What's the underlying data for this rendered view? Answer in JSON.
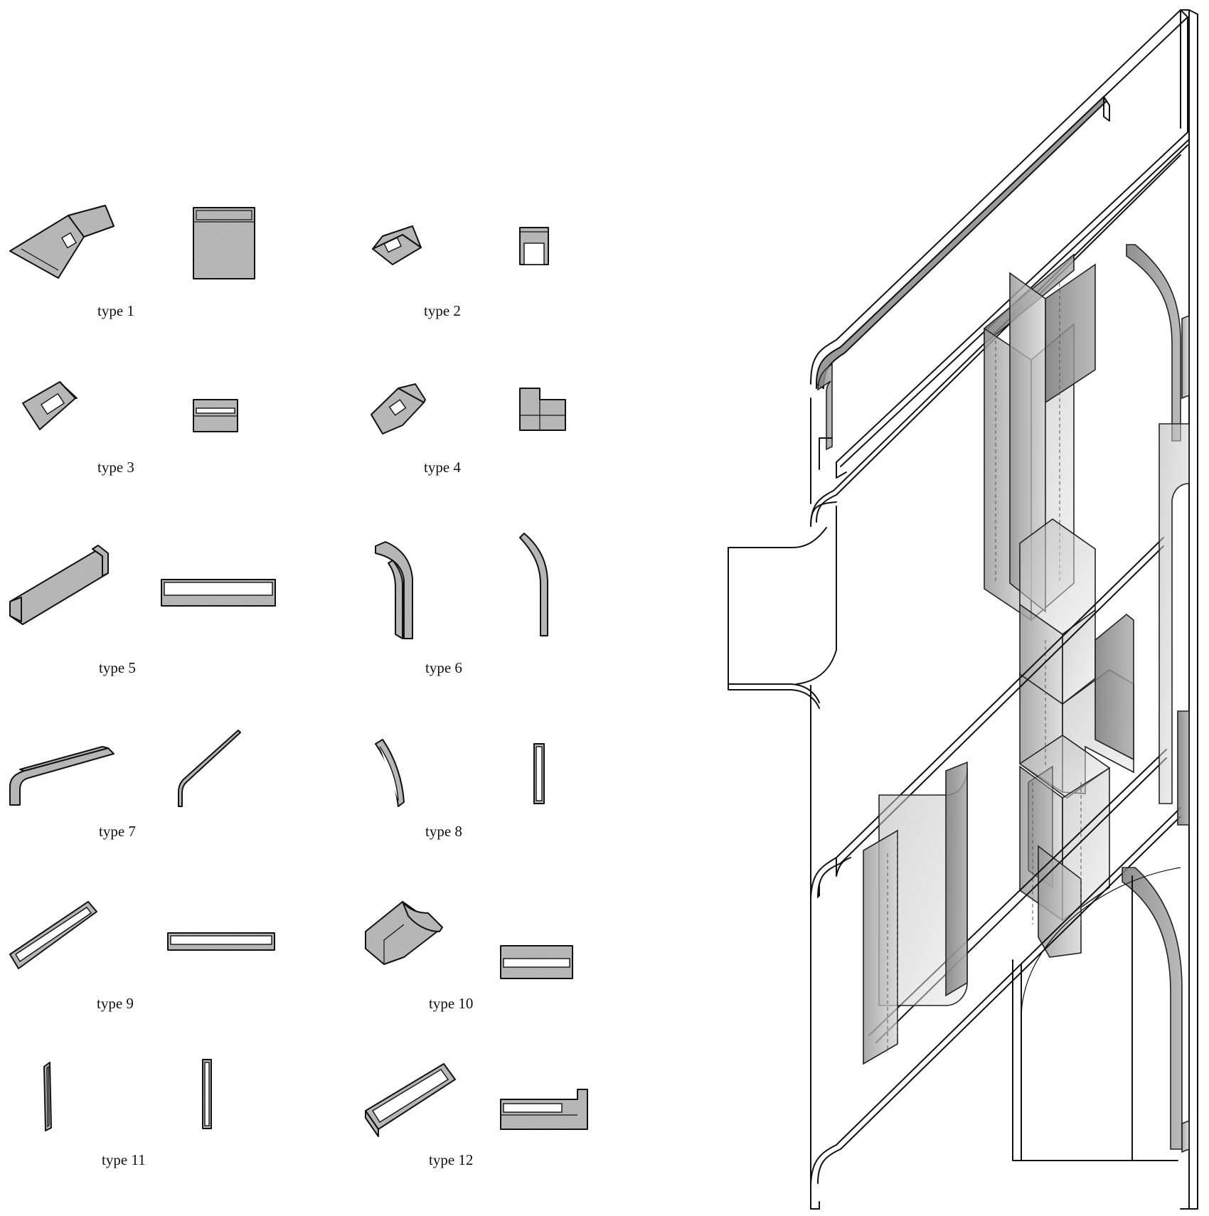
{
  "types": [
    {
      "label": "type 1"
    },
    {
      "label": "type 2"
    },
    {
      "label": "type 3"
    },
    {
      "label": "type 4"
    },
    {
      "label": "type 5"
    },
    {
      "label": "type 6"
    },
    {
      "label": "type 7"
    },
    {
      "label": "type 8"
    },
    {
      "label": "type 9"
    },
    {
      "label": "type 10"
    },
    {
      "label": "type 11"
    },
    {
      "label": "type 12"
    }
  ]
}
